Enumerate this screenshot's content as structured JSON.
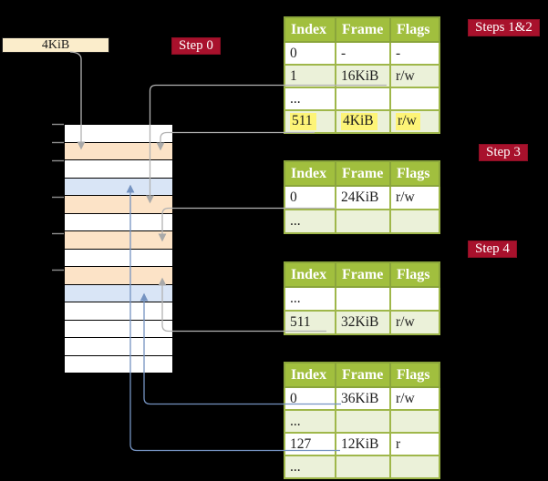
{
  "colors": {
    "background": "#000000",
    "accent_red": "#a8112c",
    "header_green": "#a1bf3e",
    "row_green": "#ebf1d9",
    "row_peach": "#fce3c7",
    "row_blue": "#d9e5f6",
    "box_cream": "#fbedcb",
    "highlight_yellow": "#fdf477",
    "connector_gray": "#b2b2b2",
    "connector_blue": "#7593c1"
  },
  "root_pointer": {
    "label": "4KiB"
  },
  "step_labels": {
    "step0": "Step 0",
    "steps12": "Steps 1&2",
    "step3": "Step 3",
    "step4": "Step 4"
  },
  "memory_strip": {
    "rows": [
      {
        "color": "white"
      },
      {
        "color": "peach"
      },
      {
        "color": "white"
      },
      {
        "color": "blue"
      },
      {
        "color": "peach"
      },
      {
        "color": "white"
      },
      {
        "color": "peach"
      },
      {
        "color": "white"
      },
      {
        "color": "peach"
      },
      {
        "color": "blue"
      },
      {
        "color": "white"
      },
      {
        "color": "white"
      },
      {
        "color": "white"
      },
      {
        "color": "white"
      }
    ]
  },
  "tables": [
    {
      "id": "steps-1-2",
      "headers": [
        "Index",
        "Frame",
        "Flags"
      ],
      "rows": [
        {
          "cells": [
            "0",
            "-",
            "-"
          ],
          "bg": "white"
        },
        {
          "cells": [
            "1",
            "16KiB",
            "r/w"
          ],
          "bg": "green"
        },
        {
          "cells": [
            "...",
            "",
            ""
          ],
          "bg": "white"
        },
        {
          "cells": [
            "511",
            "4KiB",
            "r/w"
          ],
          "bg": "green",
          "highlight": true
        }
      ]
    },
    {
      "id": "step-3",
      "headers": [
        "Index",
        "Frame",
        "Flags"
      ],
      "rows": [
        {
          "cells": [
            "0",
            "24KiB",
            "r/w"
          ],
          "bg": "white"
        },
        {
          "cells": [
            "...",
            "",
            ""
          ],
          "bg": "green"
        }
      ]
    },
    {
      "id": "step-4",
      "headers": [
        "Index",
        "Frame",
        "Flags"
      ],
      "rows": [
        {
          "cells": [
            "...",
            "",
            ""
          ],
          "bg": "white"
        },
        {
          "cells": [
            "511",
            "32KiB",
            "r/w"
          ],
          "bg": "green"
        }
      ]
    },
    {
      "id": "final",
      "headers": [
        "Index",
        "Frame",
        "Flags"
      ],
      "rows": [
        {
          "cells": [
            "0",
            "36KiB",
            "r/w"
          ],
          "bg": "white"
        },
        {
          "cells": [
            "...",
            "",
            ""
          ],
          "bg": "green"
        },
        {
          "cells": [
            "127",
            "12KiB",
            "r"
          ],
          "bg": "white"
        },
        {
          "cells": [
            "...",
            "",
            ""
          ],
          "bg": "green"
        }
      ]
    }
  ]
}
